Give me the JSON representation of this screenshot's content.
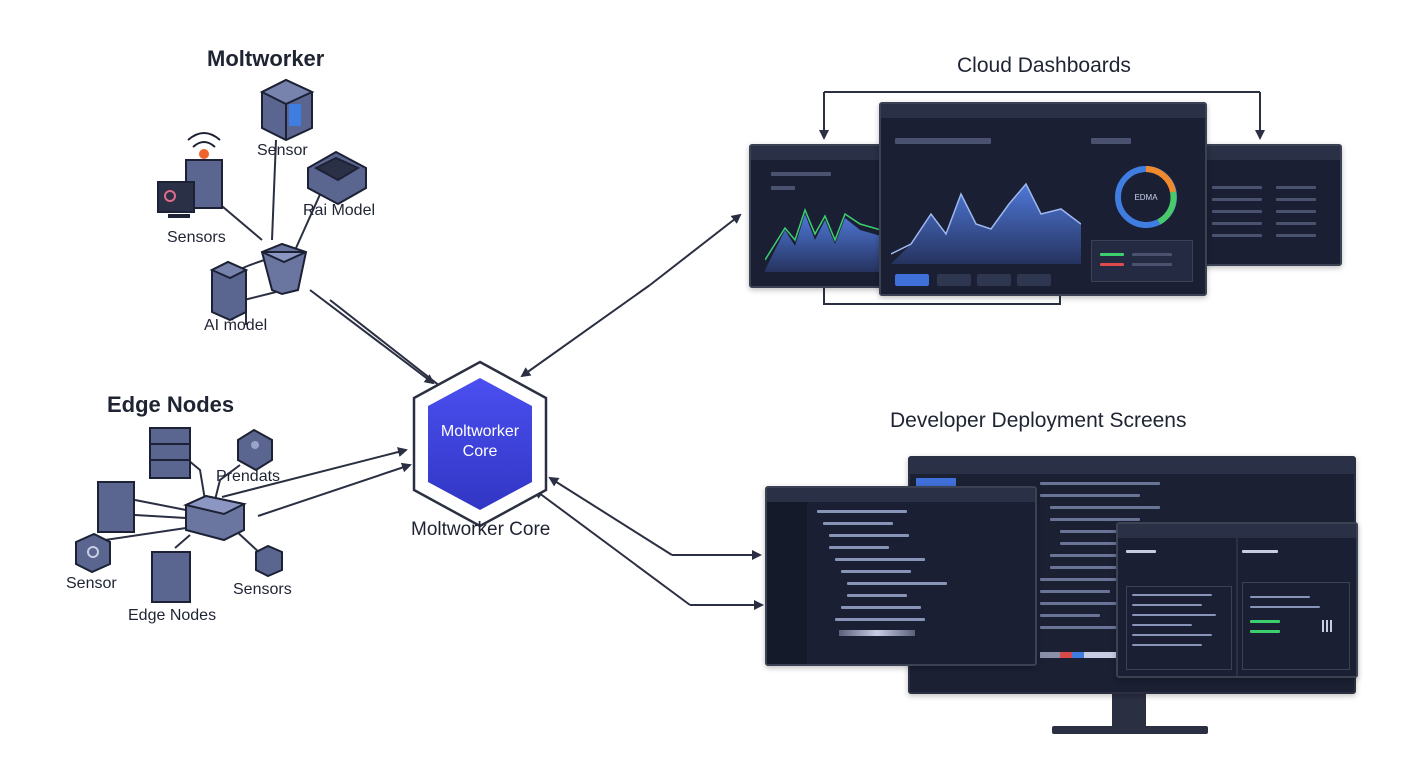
{
  "sections": {
    "moltworker_title": "Moltworker",
    "edge_nodes_title": "Edge Nodes",
    "cloud_dashboards_title": "Cloud Dashboards",
    "developer_screens_title": "Developer Deployment Screens"
  },
  "moltworker_group": {
    "sensor_label": "Sensor",
    "rai_model_label": "Rai Model",
    "sensors_label": "Sensors",
    "ai_model_label": "AI model"
  },
  "edge_group": {
    "prendats_label": "Prendats",
    "sensor_label": "Sensor",
    "sensors_label": "Sensors",
    "edge_nodes_label": "Edge Nodes"
  },
  "core": {
    "hex_text_line1": "Moltworker",
    "hex_text_line2": "Core",
    "caption": "Moltworker Core"
  },
  "dashboard": {
    "center_value": "EDMA"
  },
  "colors": {
    "core_fill": "#3b3fd8",
    "screen_bg": "#1a1f33",
    "chart_fill": "#3a5db0",
    "chart_line_green": "#3ccf6e",
    "ring_orange": "#f08a2c",
    "ring_green": "#48c96a",
    "ring_blue": "#3f7de0",
    "accent_button": "#3f6fd8",
    "device_fill": "#4b5378"
  }
}
